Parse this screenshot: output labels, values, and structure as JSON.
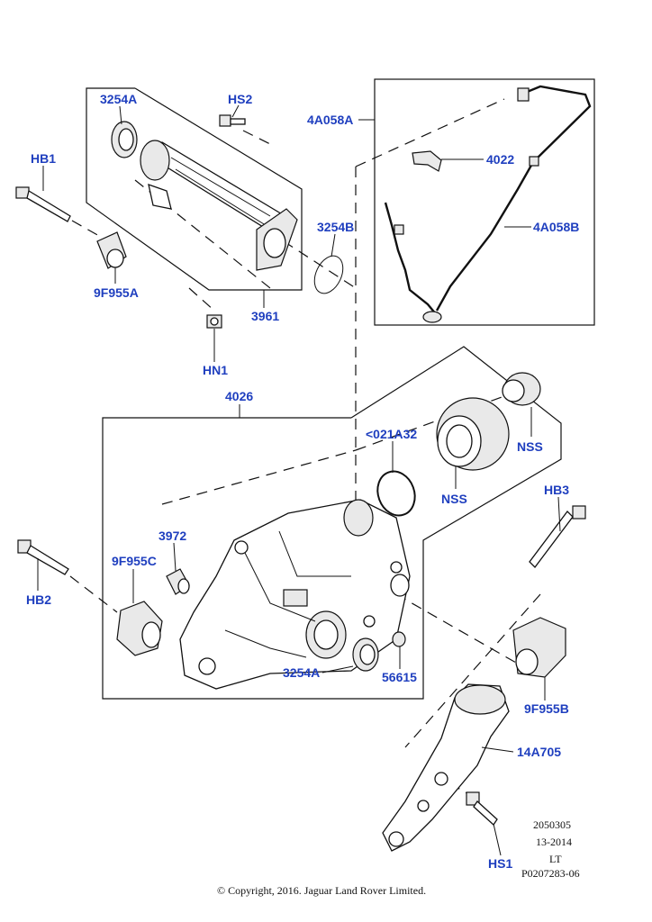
{
  "callouts": {
    "hb1": "HB1",
    "p3254a_top": "3254A",
    "hs2": "HS2",
    "p4a058a": "4A058A",
    "p4022": "4022",
    "p4a058b": "4A058B",
    "p3254b": "3254B",
    "p9f955a": "9F955A",
    "p3961": "3961",
    "hn1": "HN1",
    "p4026": "4026",
    "p021a32": "<021A32",
    "nss1": "NSS",
    "nss2": "NSS",
    "hb3": "HB3",
    "p3972": "3972",
    "p9f955c": "9F955C",
    "hb2": "HB2",
    "p3254a_bottom": "3254A",
    "p56615": "56615",
    "p9f955b": "9F955B",
    "p14a705": "14A705",
    "hs1": "HS1"
  },
  "meta": {
    "code1": "2050305",
    "date": "13-2014",
    "region": "LT",
    "ref": "P0207283-06"
  },
  "copyright": "© Copyright, 2016. Jaguar Land Rover Limited."
}
